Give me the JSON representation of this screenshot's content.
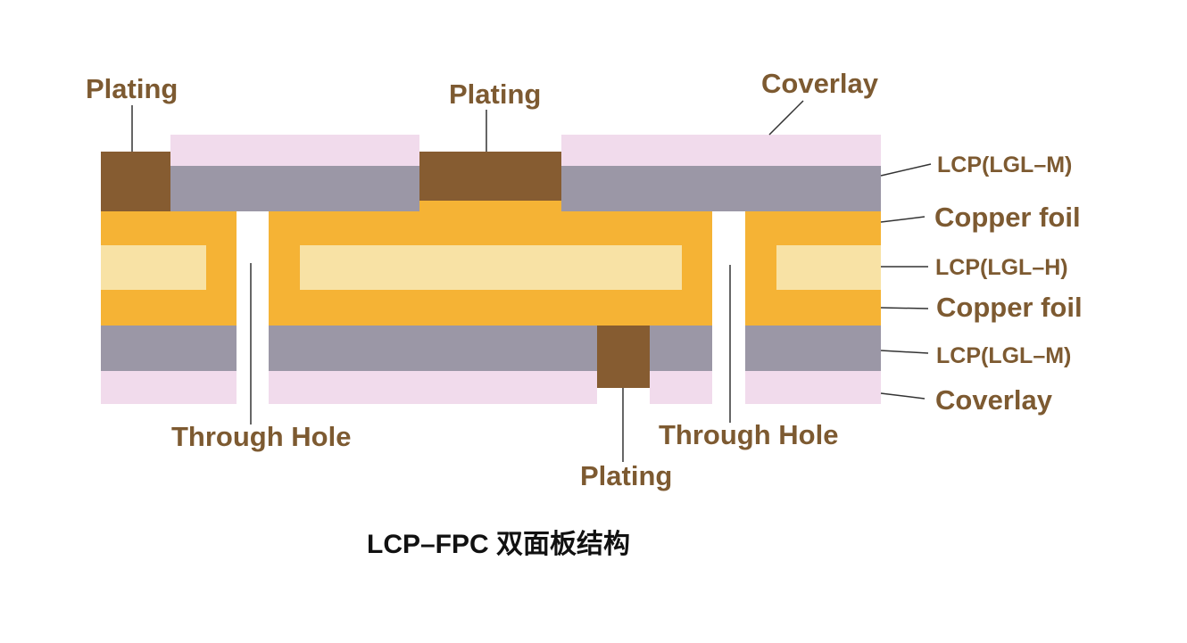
{
  "colors": {
    "plating": "#865c31",
    "coverlay": "#f1dbec",
    "lcp_m": "#9b97a6",
    "copper": "#f5b335",
    "lcp_h": "#f8e2a5",
    "label": "#7d5a31",
    "leader": "#333333",
    "caption": "#111111"
  },
  "labels": {
    "plating_top_left": "Plating",
    "plating_top_mid": "Plating",
    "coverlay_top": "Coverlay",
    "lcp_m_top": "LCP(LGL–M)",
    "copper_top": "Copper foil",
    "lcp_h": "LCP(LGL–H)",
    "copper_bottom": "Copper foil",
    "lcp_m_bottom": "LCP(LGL–M)",
    "coverlay_bottom": "Coverlay",
    "through_hole_left": "Through Hole",
    "through_hole_right": "Through Hole",
    "plating_bottom": "Plating"
  },
  "caption": "LCP–FPC 双面板结构"
}
